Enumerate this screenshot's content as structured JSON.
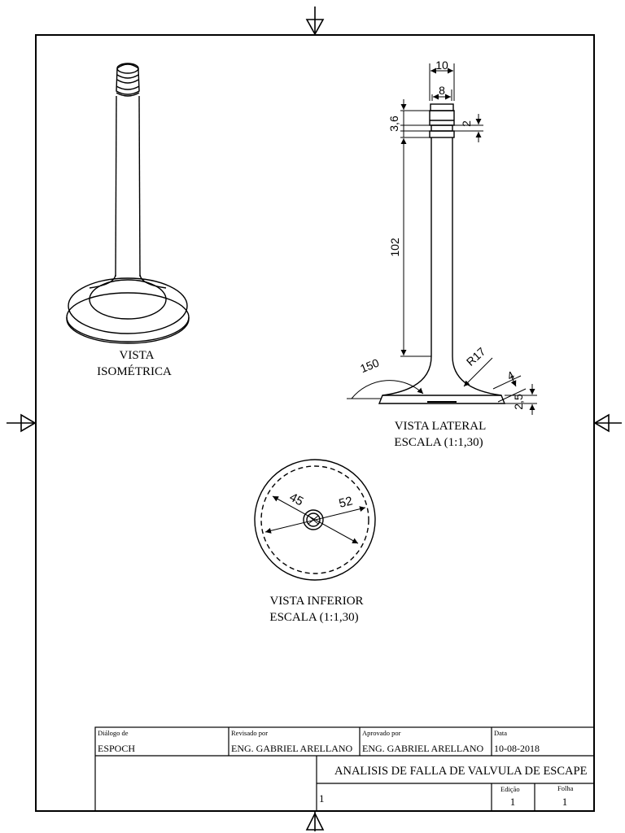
{
  "views": {
    "isometric": {
      "line1": "VISTA",
      "line2": "ISOMÉTRICA"
    },
    "lateral": {
      "line1": "VISTA LATERAL",
      "line2": "ESCALA (1:1,30)"
    },
    "inferior": {
      "line1": "VISTA INFERIOR",
      "line2": "ESCALA (1:1,30)"
    }
  },
  "dimensions": {
    "stem_top_width": "10",
    "stem_inner_width": "8",
    "groove_height": "3,6",
    "groove_gap": "2",
    "stem_length": "102",
    "fillet_radius": "R17",
    "seat_angle": "150",
    "face_width": "4",
    "head_thickness": "2,5",
    "inner_diameter": "45",
    "outer_diameter": "52"
  },
  "title_block": {
    "drawn_label": "Diálogo  de",
    "drawn_value": "ESPOCH",
    "reviewed_label": "Revisado por",
    "reviewed_value": "ENG. GABRIEL ARELLANO",
    "approved_label": "Aprovado por",
    "approved_value": "ENG. GABRIEL ARELLANO",
    "date_label": "Data",
    "date_value": "10-08-2018",
    "title": "ANALISIS DE FALLA DE VALVULA DE ESCAPE",
    "part_number": "1",
    "edition_label": "Edição",
    "edition_value": "1",
    "sheet_label": "Folha",
    "sheet_value": "1"
  }
}
